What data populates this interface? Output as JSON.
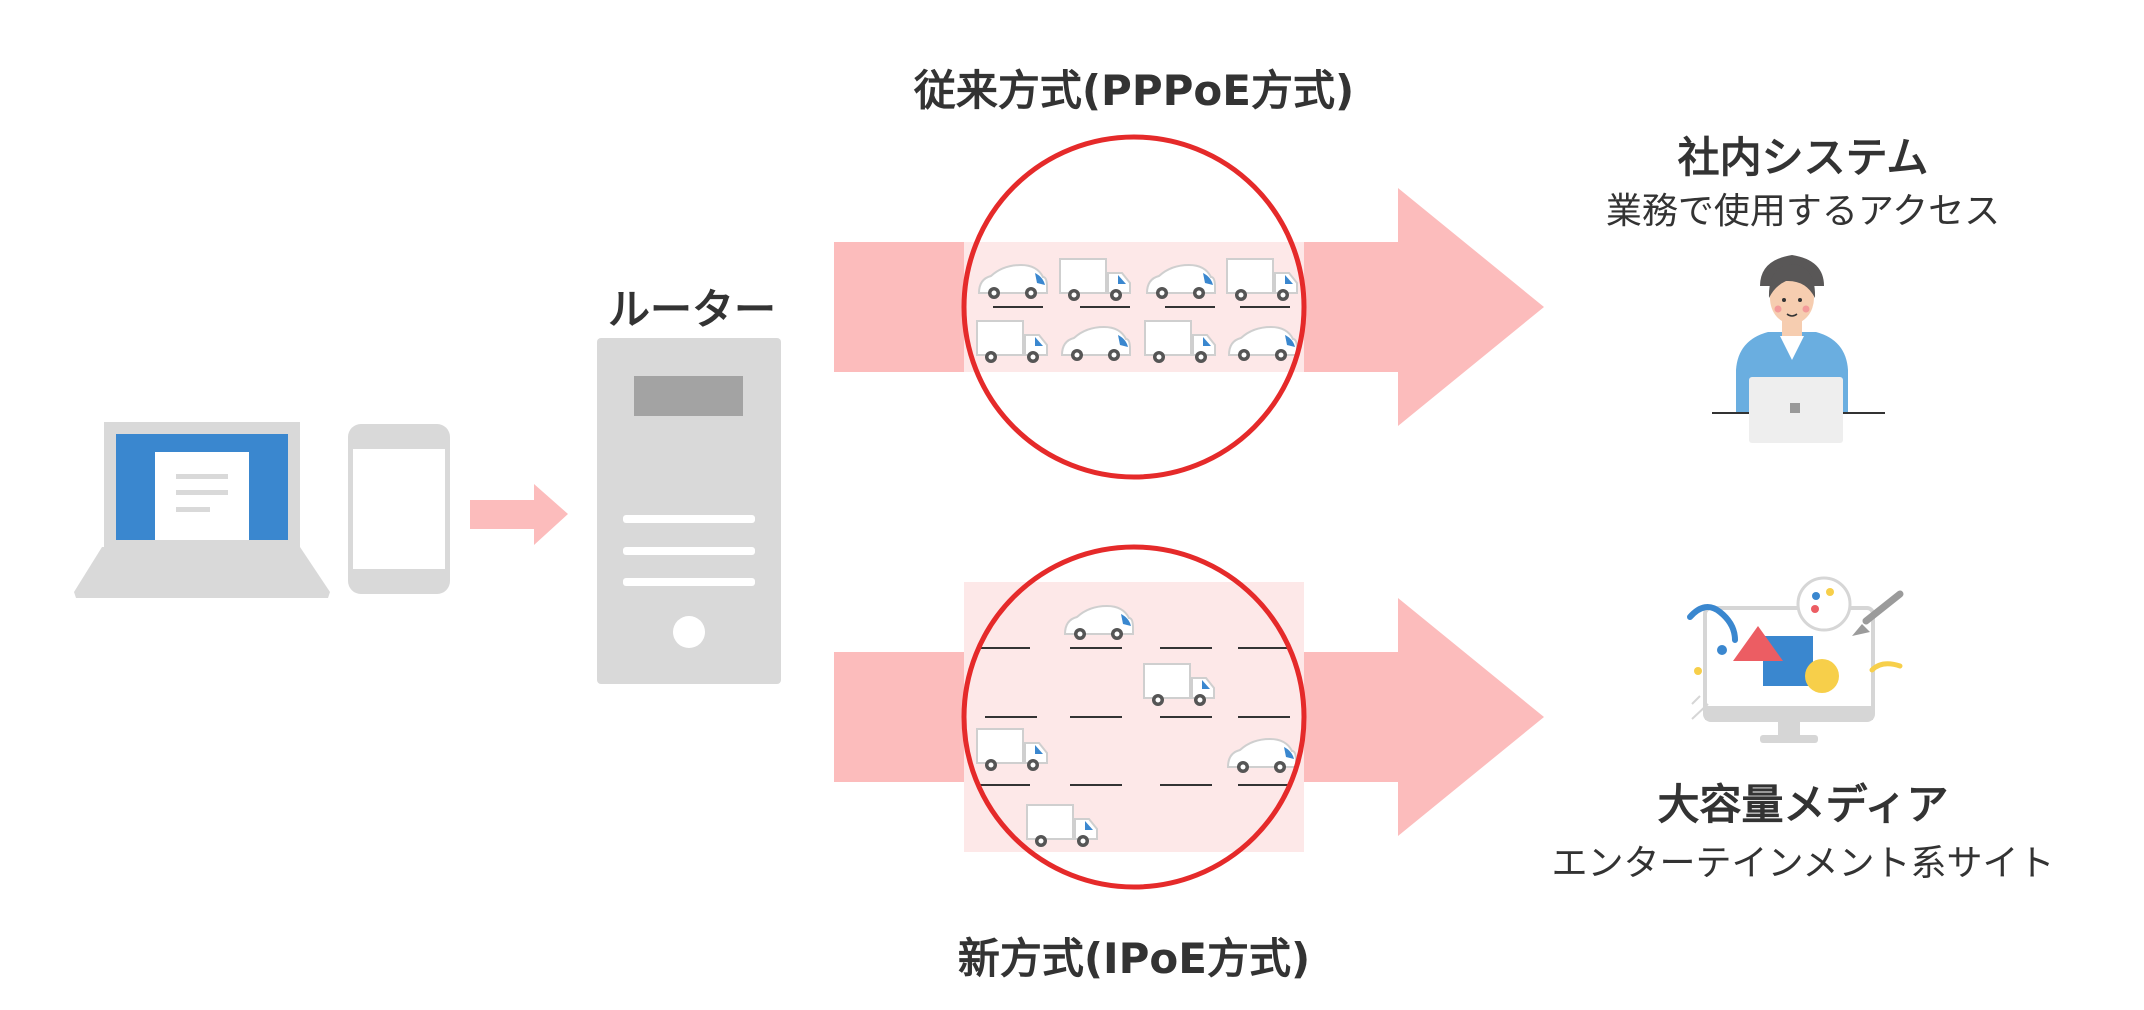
{
  "router_label": "ルーター",
  "conventional": {
    "title": "従来方式(PPPoE方式)"
  },
  "new_method": {
    "title": "新方式(IPoE方式)"
  },
  "internal_system": {
    "title": "社内システム",
    "subtitle": "業務で使用するアクセス"
  },
  "large_media": {
    "title": "大容量メディア",
    "subtitle": "エンターテインメント系サイト"
  },
  "colors": {
    "arrow": "#fcbcbc",
    "circle_border": "#e52a2a",
    "device_gray": "#d9d9d9",
    "screen_blue": "#3a87cf",
    "lane_fill": "#fde8e8"
  },
  "icons": [
    "laptop-icon",
    "smartphone-icon",
    "router-icon",
    "car-icon",
    "truck-icon",
    "office-worker-icon",
    "media-monitor-icon"
  ]
}
